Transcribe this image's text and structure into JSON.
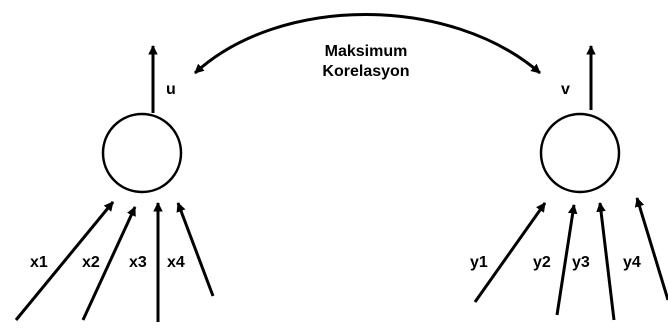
{
  "colors": {
    "stroke": "#000000",
    "background": "#ffffff"
  },
  "relation": {
    "line1": "Maksimum",
    "line2": "Korelasyon"
  },
  "left": {
    "output": "u",
    "inputs": [
      "x1",
      "x2",
      "x3",
      "x4"
    ]
  },
  "right": {
    "output": "v",
    "inputs": [
      "y1",
      "y2",
      "y3",
      "y4"
    ]
  }
}
